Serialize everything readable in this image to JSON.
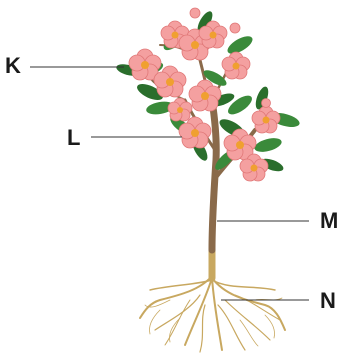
{
  "labels": {
    "k": "K",
    "l": "L",
    "m": "M",
    "n": "N"
  },
  "colors": {
    "petal": "#f4a0a0",
    "petal_edge": "#e07878",
    "flower_center": "#f0a030",
    "leaf": "#3a8a3a",
    "leaf_dark": "#2a6e2c",
    "stem": "#8a6a4a",
    "root": "#c8a860",
    "pointer_line": "#333333"
  }
}
